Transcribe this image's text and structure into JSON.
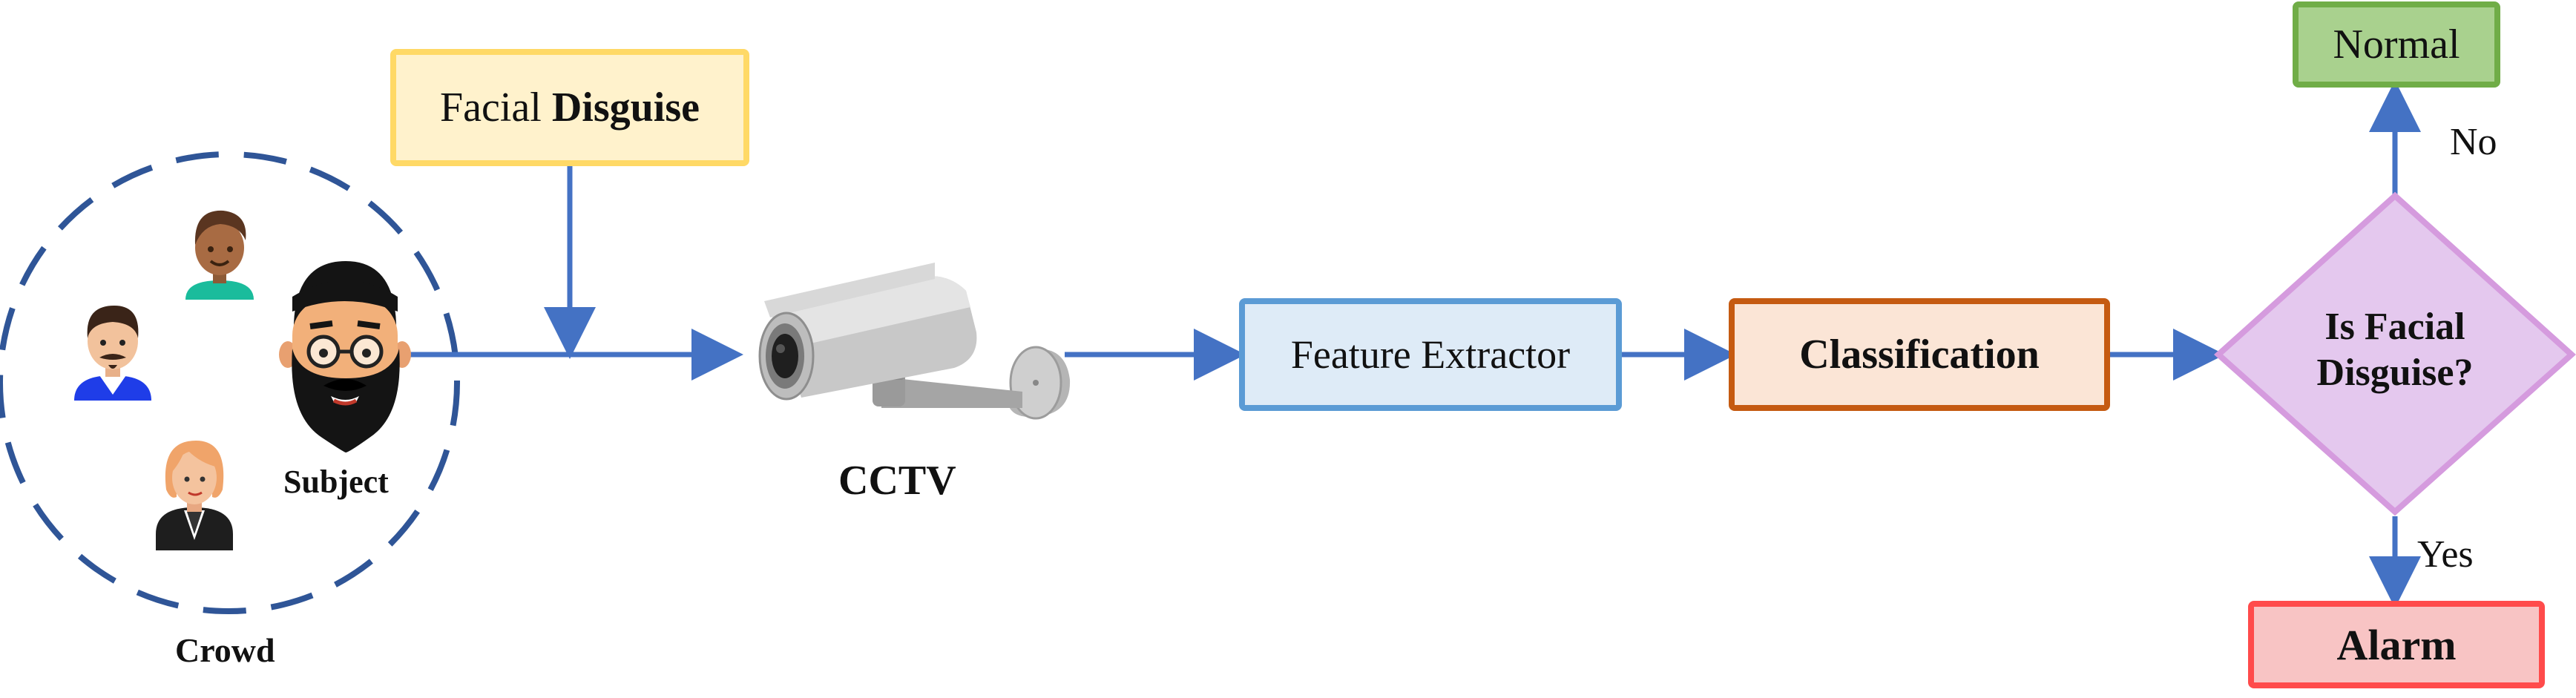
{
  "facial_disguise_box": {
    "text_plain": "Facial",
    "text_bold": "Disguise"
  },
  "crowd_label": "Crowd",
  "subject_label": "Subject",
  "cctv_label": "CCTV",
  "feature_extractor_label": "Feature Extractor",
  "classification_label": "Classification",
  "decision_label_line1": "Is Facial",
  "decision_label_line2": "Disguise?",
  "normal_label": "Normal",
  "alarm_label": "Alarm",
  "no_label": "No",
  "yes_label": "Yes",
  "colors": {
    "arrow": "#4472c4",
    "crowd_circle": "#2f5597",
    "facial_box_fill": "#fff2cc",
    "facial_box_border": "#ffd966",
    "feature_fill": "#deebf7",
    "feature_border": "#5b9bd5",
    "class_fill": "#fbe5d6",
    "class_border": "#c55a11",
    "decision_fill": "#e4c8ee",
    "decision_border": "#d59bde",
    "normal_fill": "#a9d18e",
    "normal_border": "#70ad47",
    "alarm_fill": "#f8c4c4",
    "alarm_border": "#ff4b4b"
  },
  "icons": [
    "person-boy-icon",
    "person-man-icon",
    "person-woman-icon",
    "bearded-man-icon",
    "cctv-camera-icon"
  ]
}
